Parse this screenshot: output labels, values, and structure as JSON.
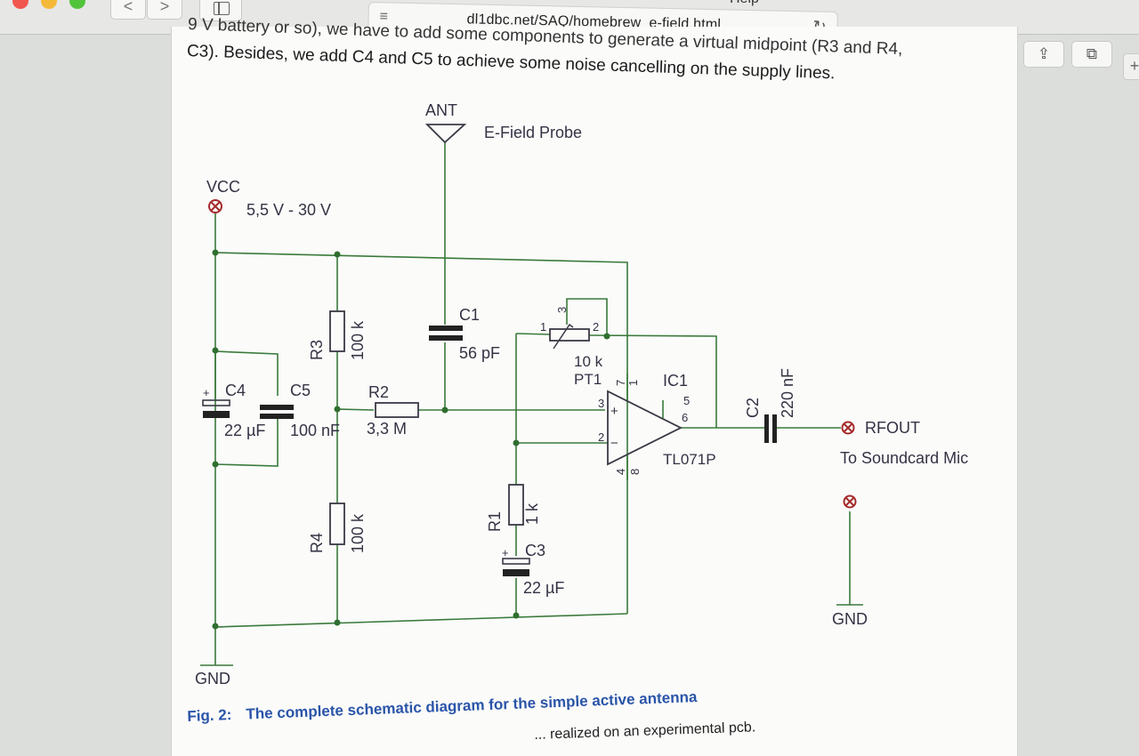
{
  "browser": {
    "url": "dl1dbc.net/SAQ/homebrew_e-field.html",
    "menu_partial": "Help",
    "back_glyph": "<",
    "forward_glyph": ">",
    "reload_glyph": "↻",
    "share_glyph": "⇪",
    "tabs_glyph": "⧉",
    "newtab_glyph": "+",
    "reader_glyph": "≡",
    "icons": [
      "back-icon",
      "forward-icon",
      "sidebar-icon",
      "reader-icon",
      "reload-icon",
      "share-icon",
      "tabs-icon",
      "new-tab-icon"
    ]
  },
  "article": {
    "intro_partial": "9 V battery or so), we have to add some components to generate a virtual midpoint (R3 and R4,",
    "intro_line": "C3). Besides, we add C4 and C5 to achieve some noise cancelling on the supply lines.",
    "caption_num": "Fig. 2:",
    "caption_text": "The complete schematic diagram for the simple active antenna",
    "next_partial": "... realized on an experimental pcb."
  },
  "schematic": {
    "ant_label": "ANT",
    "probe_label": "E-Field Probe",
    "vcc_label": "VCC",
    "vcc_range": "5,5 V - 30 V",
    "c1_name": "C1",
    "c1_value": "56 pF",
    "c2_name": "C2",
    "c2_value": "220 nF",
    "c3_name": "C3",
    "c3_value": "22 µF",
    "c4_name": "C4",
    "c4_value": "22 µF",
    "c5_name": "C5",
    "c5_value": "100 nF",
    "r1_name": "R1",
    "r1_value": "1 k",
    "r2_name": "R2",
    "r2_value": "3,3 M",
    "r3_name": "R3",
    "r3_value": "100 k",
    "r4_name": "R4",
    "r4_value": "100 k",
    "pt1_name": "PT1",
    "pt1_value": "10 k",
    "pt1_pin1": "1",
    "pt1_pin2": "2",
    "pt1_pin3": "3",
    "ic_name": "IC1",
    "ic_type": "TL071P",
    "pin1": "1",
    "pin2": "2",
    "pin3": "3",
    "pin4": "4",
    "pin5": "5",
    "pin6": "6",
    "pin7": "7",
    "pin8": "8",
    "plus_sign": "+",
    "minus_sign": "−",
    "rfout_label": "RFOUT",
    "rfout_desc": "To Soundcard Mic",
    "gnd_left": "GND",
    "gnd_right": "GND",
    "c4_polarity": "+",
    "c3_polarity": "+"
  }
}
